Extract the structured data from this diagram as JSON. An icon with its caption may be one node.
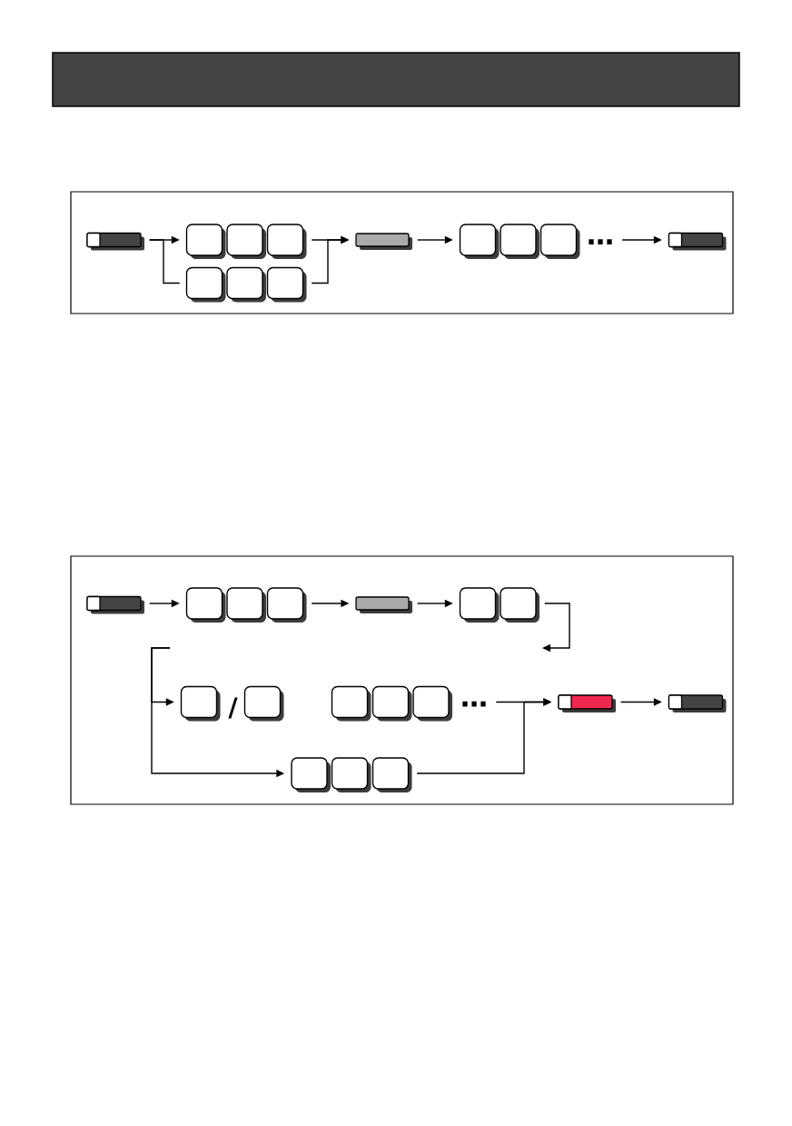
{
  "diagram": {
    "nodes": [
      {
        "text": [],
        "shape": "box"
      },
      {
        "text": [],
        "shape": "switch",
        "in": 0
      },
      {
        "text": [],
        "shape": "key",
        "in": 0
      },
      {
        "text": [],
        "shape": "key",
        "in": 0
      },
      {
        "text": [],
        "shape": "key",
        "in": 0
      },
      {
        "text": [],
        "shape": "key",
        "in": 0
      },
      {
        "text": [],
        "shape": "key",
        "in": 0
      },
      {
        "text": [],
        "shape": "key",
        "in": 0
      },
      {
        "text": [],
        "shape": "bar",
        "in": 0
      },
      {
        "text": [],
        "shape": "key",
        "in": 0
      },
      {
        "text": [],
        "shape": "key",
        "in": 0
      },
      {
        "text": [],
        "shape": "key",
        "in": 0
      },
      {
        "text": [
          "…"
        ],
        "in": 0
      },
      {
        "text": [],
        "shape": "switch",
        "in": 0
      },
      {
        "text": [],
        "shape": "box"
      },
      {
        "text": [],
        "shape": "switch",
        "in": 14
      },
      {
        "text": [],
        "shape": "key",
        "in": 14
      },
      {
        "text": [],
        "shape": "key",
        "in": 14
      },
      {
        "text": [],
        "shape": "key",
        "in": 14
      },
      {
        "text": [],
        "shape": "bar",
        "in": 14
      },
      {
        "text": [],
        "shape": "key",
        "in": 14
      },
      {
        "text": [],
        "shape": "key",
        "in": 14
      },
      {
        "text": [],
        "shape": "key",
        "in": 14
      },
      {
        "text": [],
        "shape": "key",
        "in": 14
      },
      {
        "text": [],
        "shape": "key",
        "in": 14
      },
      {
        "text": [],
        "shape": "key",
        "in": 14
      },
      {
        "text": [],
        "shape": "key",
        "in": 14
      },
      {
        "text": [
          "…"
        ],
        "in": 14
      },
      {
        "text": [],
        "shape": "switch",
        "in": 14
      },
      {
        "text": [],
        "shape": "switch",
        "in": 14
      },
      {
        "text": [],
        "shape": "key",
        "in": 14
      },
      {
        "text": [],
        "shape": "key",
        "in": 14
      },
      {
        "text": [],
        "shape": "key",
        "in": 14
      }
    ],
    "edges": [
      {
        "from": 1,
        "to": 2,
        "arrow": "to"
      },
      {
        "from": 1,
        "to": 5,
        "arrow": "none"
      },
      {
        "from": 4,
        "to": 8,
        "arrow": "to"
      },
      {
        "from": 7,
        "to": 8,
        "arrow": "to"
      },
      {
        "from": 8,
        "to": 9,
        "arrow": "to"
      },
      {
        "from": 12,
        "to": 13,
        "arrow": "to"
      },
      {
        "from": 15,
        "to": 16,
        "arrow": "to"
      },
      {
        "from": 18,
        "to": 19,
        "arrow": "to"
      },
      {
        "from": 19,
        "to": 20,
        "arrow": "to"
      },
      {
        "from": 21,
        "to": null,
        "arrow": "to"
      },
      {
        "from": null,
        "to": 22,
        "arrow": "to"
      },
      {
        "from": null,
        "to": 30,
        "arrow": "to"
      },
      {
        "from": 27,
        "to": 28,
        "arrow": "to"
      },
      {
        "from": 32,
        "to": 28,
        "arrow": "to"
      },
      {
        "from": 28,
        "to": 29,
        "arrow": "to"
      }
    ],
    "labels": [
      "/"
    ]
  }
}
